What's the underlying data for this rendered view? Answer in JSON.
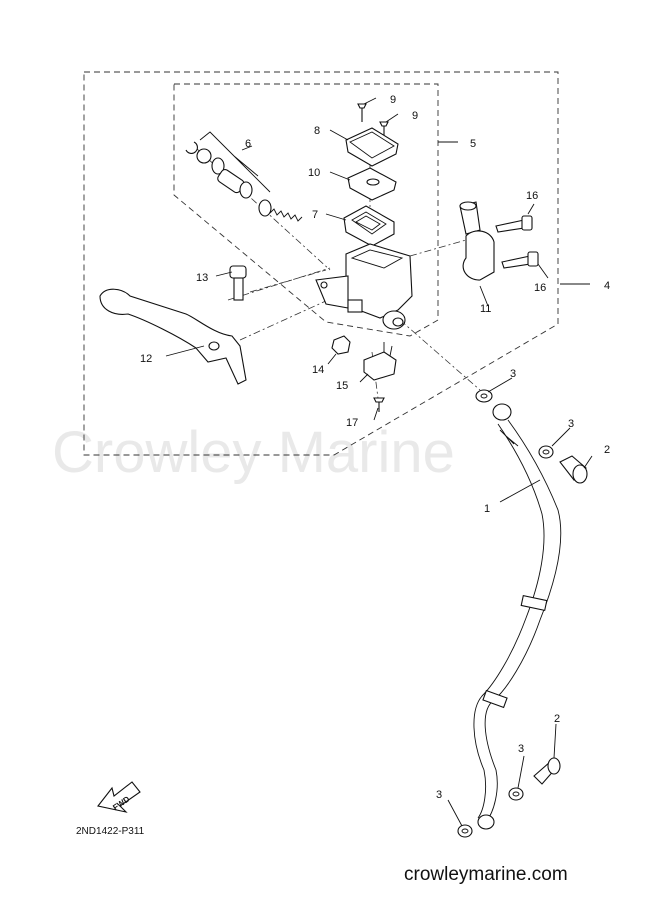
{
  "watermark": "Crowley Marine",
  "drawing_code": "2ND1422-P311",
  "site_url": "crowleymarine.com",
  "fwd_label": "FWD",
  "callouts": {
    "c1": "1",
    "c2a": "2",
    "c2b": "2",
    "c3a": "3",
    "c3b": "3",
    "c3c": "3",
    "c3d": "3",
    "c4": "4",
    "c5": "5",
    "c6": "6",
    "c7": "7",
    "c8": "8",
    "c9a": "9",
    "c9b": "9",
    "c10": "10",
    "c11": "11",
    "c12": "12",
    "c13": "13",
    "c14": "14",
    "c15": "15",
    "c16a": "16",
    "c16b": "16",
    "c17": "17"
  }
}
